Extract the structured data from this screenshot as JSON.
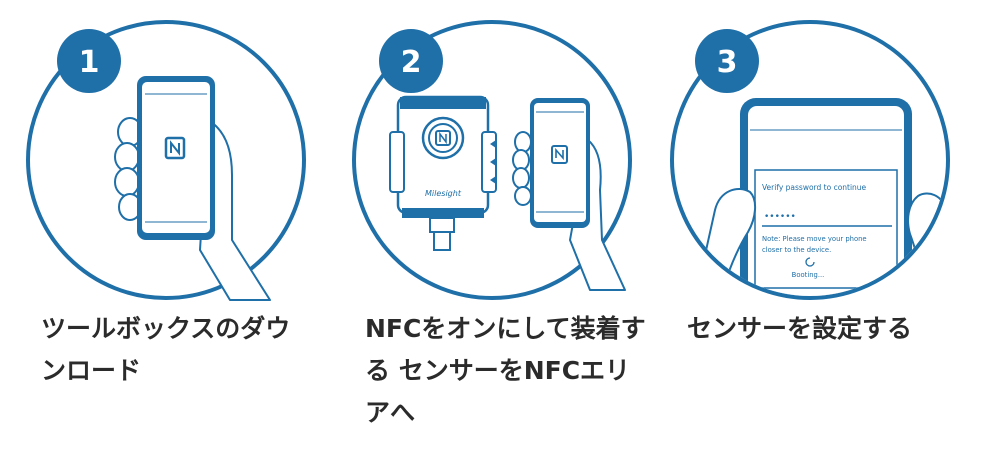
{
  "colors": {
    "accent": "#1f6fa8",
    "outline": "#1f6fa8",
    "text": "#2b2b2b",
    "background": "#ffffff"
  },
  "steps": [
    {
      "number": "1",
      "caption": "ツールボックスのダウンロード",
      "icon": "phone-nfc-icon"
    },
    {
      "number": "2",
      "caption": "NFCをオンにして装着する センサーをNFCエリアへ",
      "icon": "sensor-nfc-icon",
      "device_brand": "Milesight"
    },
    {
      "number": "3",
      "caption": "センサーを設定する",
      "icon": "phone-config-icon",
      "dialog": {
        "title": "Verify password to continue",
        "password": "••••••",
        "note_line1": "Note: Please move your phone",
        "note_line2": "closer to the device.",
        "status": "Booting..."
      }
    }
  ]
}
